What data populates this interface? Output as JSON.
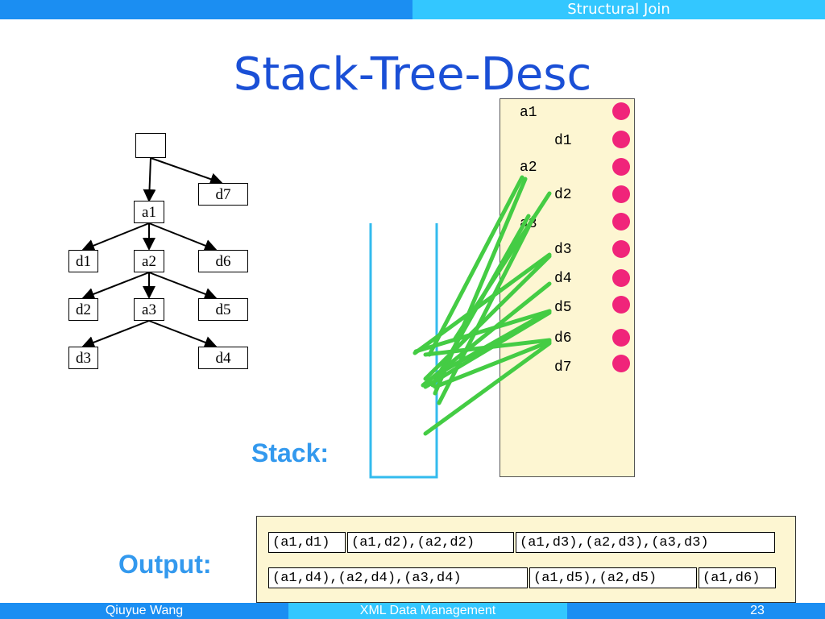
{
  "header": {
    "section": "Structural Join"
  },
  "title": "Stack-Tree-Desc",
  "tree": {
    "nodes": [
      {
        "id": "root",
        "label": ""
      },
      {
        "id": "d7",
        "label": "d7"
      },
      {
        "id": "a1",
        "label": "a1"
      },
      {
        "id": "d1",
        "label": "d1"
      },
      {
        "id": "a2",
        "label": "a2"
      },
      {
        "id": "d6",
        "label": "d6"
      },
      {
        "id": "d2",
        "label": "d2"
      },
      {
        "id": "a3",
        "label": "a3"
      },
      {
        "id": "d5",
        "label": "d5"
      },
      {
        "id": "d3",
        "label": "d3"
      },
      {
        "id": "d4",
        "label": "d4"
      }
    ]
  },
  "list": {
    "items": [
      "a1",
      "d1",
      "a2",
      "d2",
      "a3",
      "d3",
      "d4",
      "d5",
      "d6",
      "d7"
    ],
    "marker_color": "#f0247a"
  },
  "stack_label": "Stack:",
  "output_label": "Output:",
  "output": {
    "row1": [
      "(a1,d1)",
      "(a1,d2),(a2,d2)",
      "(a1,d3),(a2,d3),(a3,d3)"
    ],
    "row2": [
      "(a1,d4),(a2,d4),(a3,d4)",
      "(a1,d5),(a2,d5)",
      "(a1,d6)"
    ]
  },
  "footer": {
    "author": "Qiuyue Wang",
    "course": "XML Data Management",
    "page": "23"
  },
  "colors": {
    "title": "#1a4fd6",
    "accent": "#3399ee",
    "stroke": "#44cc44",
    "stack": "#33bbee"
  }
}
